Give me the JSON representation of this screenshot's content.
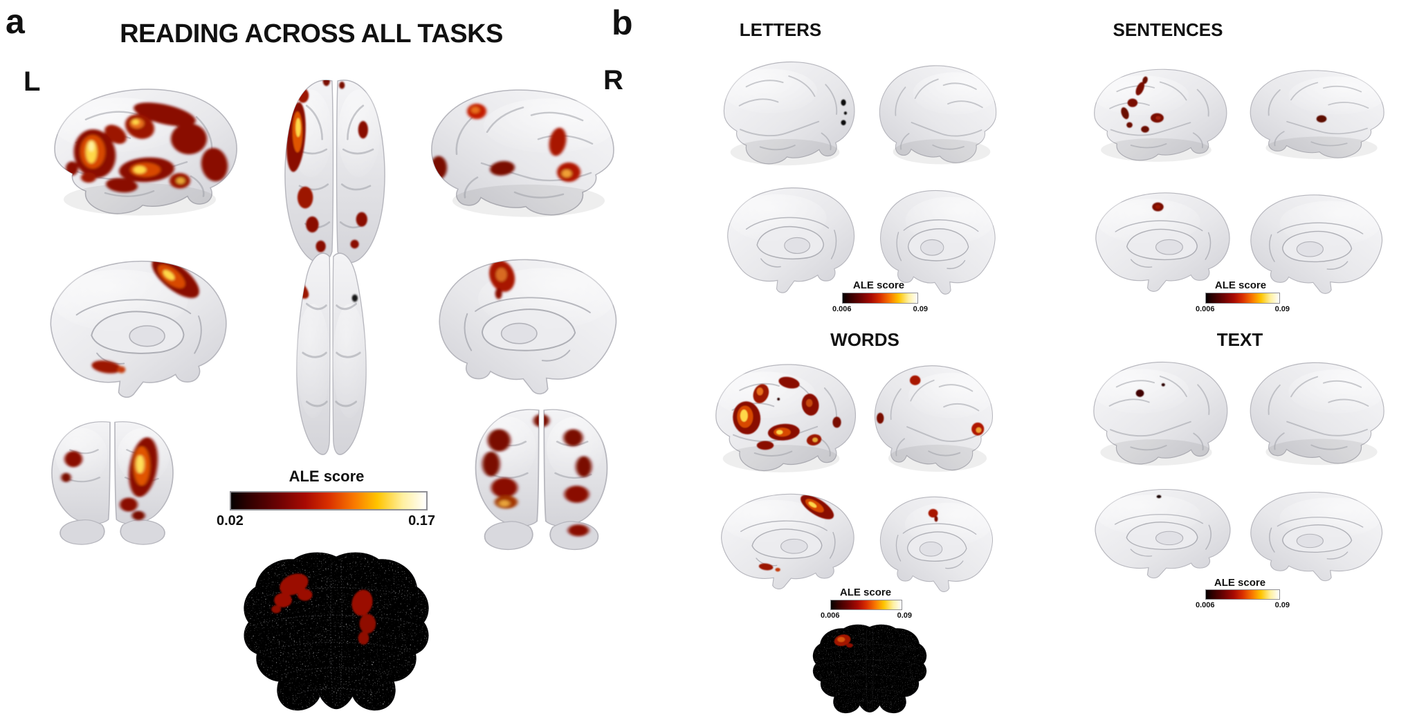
{
  "figure": {
    "background": "#ffffff",
    "colormap_hot_stops": [
      "#050000",
      "#330000",
      "#6b0202",
      "#a80a02",
      "#d92f00",
      "#f97800",
      "#ffc400",
      "#fff0a0",
      "#ffffff"
    ],
    "activation_palette": {
      "outer_dark_red": "#7a0b04",
      "red": "#a81205",
      "orange": "#d84a02",
      "yellow_core": "#ffd84a",
      "near_black_spot": "#0c0c0c"
    },
    "panel_a": {
      "label": "a",
      "title": "READING ACROSS ALL TASKS",
      "left_hemisphere_label": "L",
      "right_hemisphere_label": "R",
      "colorbar": {
        "title": "ALE score",
        "min": "0.02",
        "max": "0.17"
      },
      "views": [
        "left lateral",
        "dorsal",
        "right lateral",
        "left medial",
        "ventral",
        "right medial",
        "posterior left",
        "posterior right",
        "cerebellar flatmap"
      ]
    },
    "panel_b": {
      "label": "b",
      "subpanels": [
        {
          "id": "letters",
          "title": "LETTERS",
          "colorbar": {
            "title": "ALE score",
            "min": "0.006",
            "max": "0.09"
          },
          "views": [
            "left lateral",
            "right lateral",
            "left medial",
            "right medial"
          ]
        },
        {
          "id": "sentences",
          "title": "SENTENCES",
          "colorbar": {
            "title": "ALE score",
            "min": "0.006",
            "max": "0.09"
          },
          "views": [
            "left lateral",
            "right lateral",
            "left medial",
            "right medial"
          ]
        },
        {
          "id": "words",
          "title": "WORDS",
          "colorbar": {
            "title": "ALE score",
            "min": "0.006",
            "max": "0.09"
          },
          "views": [
            "left lateral",
            "right lateral",
            "left medial",
            "right medial",
            "cerebellar flatmap"
          ]
        },
        {
          "id": "text",
          "title": "TEXT",
          "colorbar": {
            "title": "ALE score",
            "min": "0.006",
            "max": "0.09"
          },
          "views": [
            "left lateral",
            "right lateral",
            "left medial",
            "right medial"
          ]
        }
      ]
    }
  }
}
